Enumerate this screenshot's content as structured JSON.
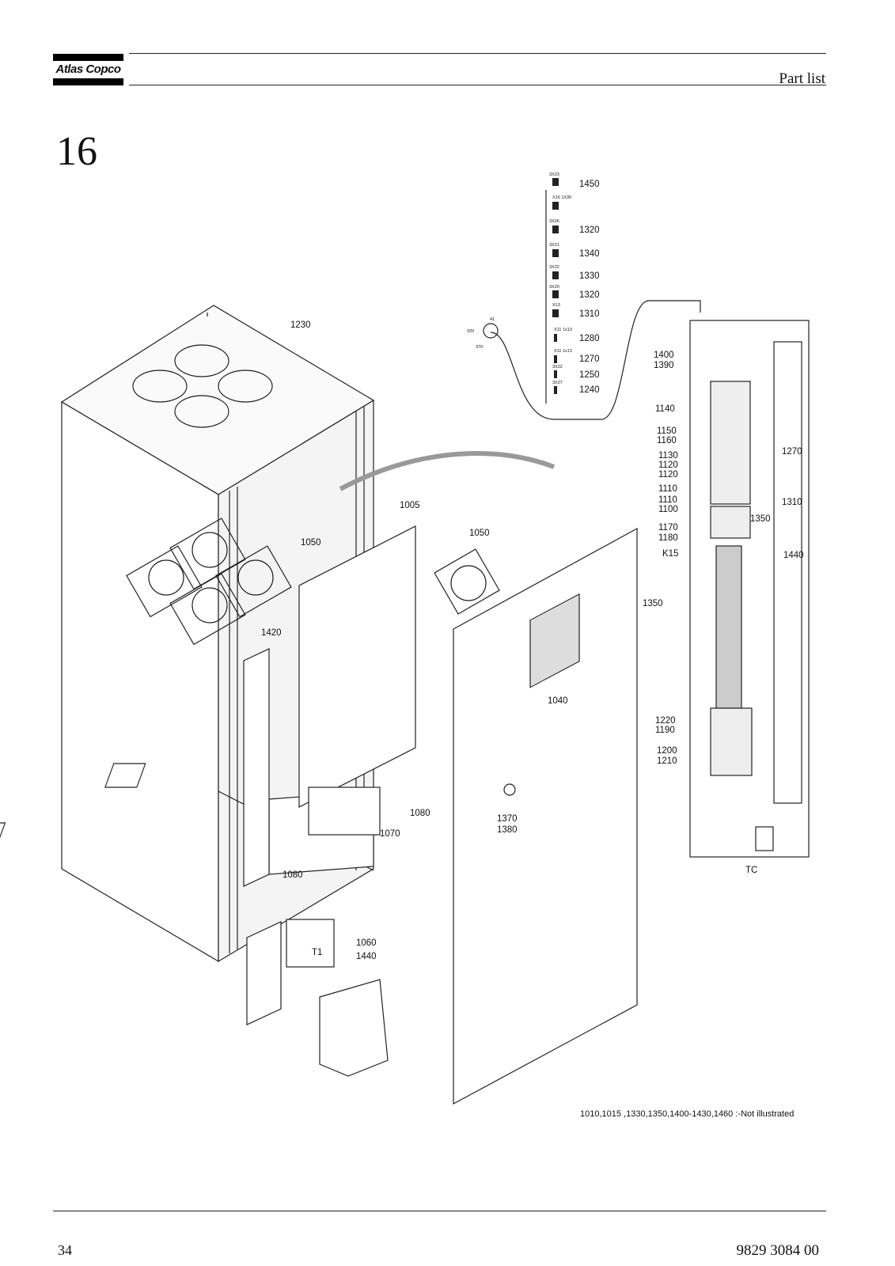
{
  "header": {
    "brand": "Atlas Copco",
    "section_label": "Part list"
  },
  "section_number": "16",
  "footer": {
    "page_number": "34",
    "doc_number": "9829 3084 00"
  },
  "figure": {
    "not_illustrated_note": "1010,1015 ,1330,1350,1400-1430,1460 :-Not illustrated",
    "cabinet_callouts": [
      "1230",
      "1050",
      "1005",
      "1420",
      "1080",
      "1070",
      "1080",
      "1060",
      "1440"
    ],
    "door_callouts": [
      "1050",
      "1040",
      "1370",
      "1380"
    ],
    "connector_labels": [
      "1450",
      "1320",
      "1340",
      "1330",
      "1320",
      "1310",
      "1280",
      "1270",
      "1250",
      "1240"
    ],
    "connector_tags": [
      "3X23",
      "X16 1X35",
      "3X26",
      "3X21",
      "3X22",
      "3X20",
      "X13",
      "X11 1x13",
      "X11 1x13",
      "3X22",
      "3X27"
    ],
    "sensor_tags": [
      "41",
      "320",
      "370"
    ],
    "panel_left_callouts": [
      "1400",
      "1390",
      "1140",
      "1150",
      "1160",
      "1130",
      "1120",
      "1120",
      "1110",
      "1110",
      "1100",
      "1170",
      "1180",
      "K15",
      "1350",
      "1220",
      "1190",
      "1200",
      "1210"
    ],
    "panel_right_callouts": [
      "1270",
      "1310",
      "1350",
      "1440",
      "TC"
    ],
    "transformer_tag": "T1"
  }
}
